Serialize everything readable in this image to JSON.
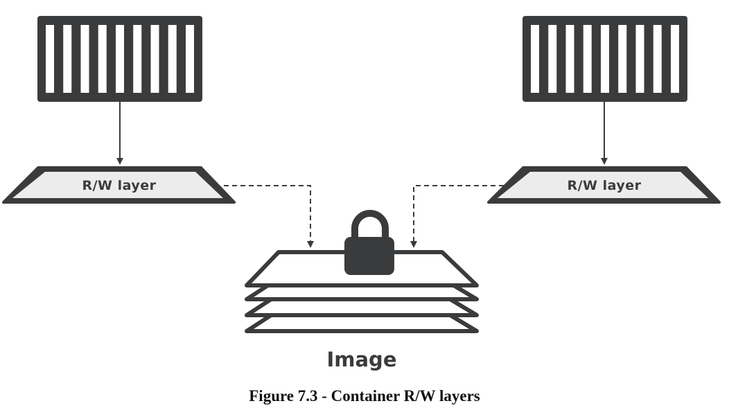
{
  "diagram": {
    "left_rw_label": "R/W layer",
    "right_rw_label": "R/W layer",
    "image_label": "Image",
    "icons": [
      "container-icon",
      "container-icon",
      "lock-icon"
    ],
    "colors": {
      "dark": "#3a3b3d",
      "layer_fill": "#ececec",
      "paper": "#ffffff"
    }
  },
  "caption": "Figure 7.3 - Container R/W layers"
}
